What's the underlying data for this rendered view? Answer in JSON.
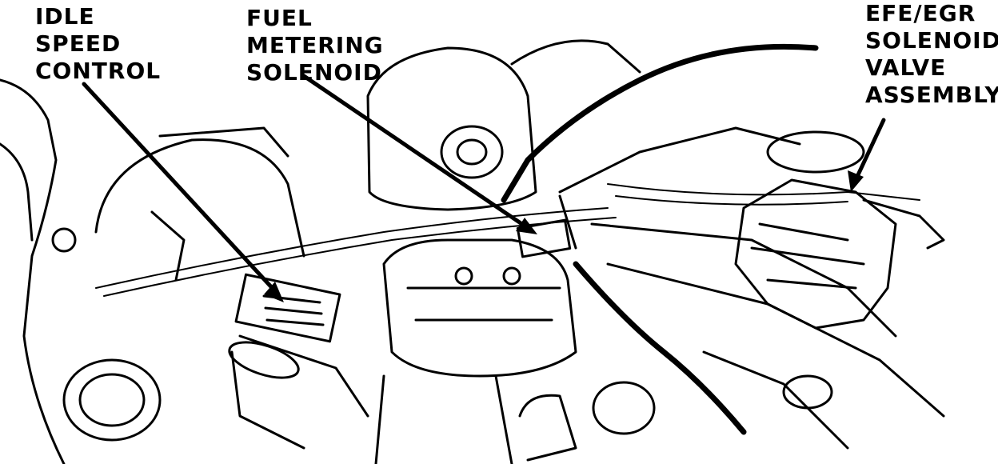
{
  "labels": {
    "idle": [
      "IDLE",
      "SPEED",
      "CONTROL"
    ],
    "fuel": [
      "FUEL",
      "METERING",
      "SOLENOID"
    ],
    "efe": [
      "EFE/EGR",
      "SOLENOID",
      "VALVE",
      "ASSEMBLY"
    ]
  },
  "colors": {
    "ink": "#000000",
    "paper": "#ffffff"
  }
}
